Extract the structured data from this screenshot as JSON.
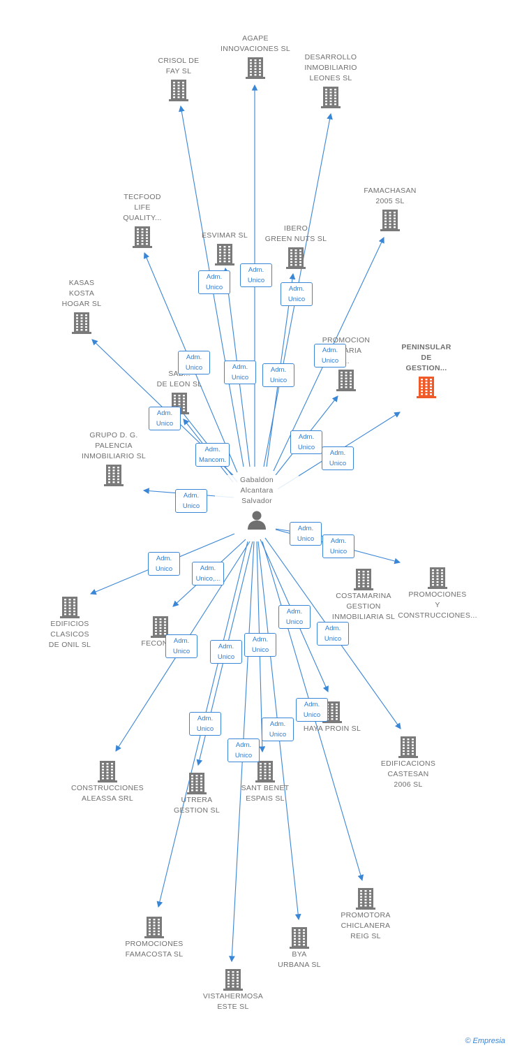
{
  "center": {
    "name_lines": [
      "Gabaldon",
      "Alcantara",
      "Salvador"
    ]
  },
  "companies": [
    {
      "id": "agape",
      "lines": [
        "AGAPE",
        "INNOVACIONES SL"
      ]
    },
    {
      "id": "crisol",
      "lines": [
        "CRISOL DE",
        "FAY SL"
      ]
    },
    {
      "id": "desarrollo",
      "lines": [
        "DESARROLLO",
        "INMOBILIARIO",
        "LEONES SL"
      ]
    },
    {
      "id": "famachasan",
      "lines": [
        "FAMACHASAN",
        "2005 SL"
      ]
    },
    {
      "id": "tecfood",
      "lines": [
        "TECFOOD",
        "LIFE",
        "QUALITY..."
      ]
    },
    {
      "id": "esvimar",
      "lines": [
        "ESVIMAR SL"
      ]
    },
    {
      "id": "ibero",
      "lines": [
        "IBERO",
        "GREEN NUTS SL"
      ]
    },
    {
      "id": "kasas",
      "lines": [
        "KASAS",
        "KOSTA",
        "HOGAR SL"
      ]
    },
    {
      "id": "promocion",
      "lines": [
        "PROMOCION",
        "...LIARIA",
        "..."
      ]
    },
    {
      "id": "peninsular",
      "lines": [
        "PENINSULAR",
        "DE",
        "GESTION..."
      ],
      "highlight": true
    },
    {
      "id": "sab",
      "lines": [
        "SAB...",
        "DE LEON SL"
      ]
    },
    {
      "id": "grupo",
      "lines": [
        "GRUPO D. G.",
        "PALENCIA",
        "INMOBILIARIO SL"
      ]
    },
    {
      "id": "costamarina",
      "lines": [
        "COSTAMARINA",
        "GESTION",
        "INMOBILIARIA SL"
      ]
    },
    {
      "id": "promyconst",
      "lines": [
        "PROMOCIONES",
        "Y",
        "CONSTRUCCIONES..."
      ]
    },
    {
      "id": "edificios",
      "lines": [
        "EDIFICIOS",
        "CLASICOS",
        "DE ONIL SL"
      ]
    },
    {
      "id": "fecons",
      "lines": [
        "FECONS..."
      ]
    },
    {
      "id": "haya",
      "lines": [
        "HAYA PROIN SL"
      ]
    },
    {
      "id": "edificacions",
      "lines": [
        "EDIFICACIONS",
        "CASTESAN",
        "2006 SL"
      ]
    },
    {
      "id": "aleassa",
      "lines": [
        "CONSTRUCCIONES",
        "ALEASSA SRL"
      ]
    },
    {
      "id": "utrera",
      "lines": [
        "UTRERA",
        "GESTION SL"
      ]
    },
    {
      "id": "santbenet",
      "lines": [
        "SANT BENET",
        "ESPAIS SL"
      ]
    },
    {
      "id": "chiclanera",
      "lines": [
        "PROMOTORA",
        "CHICLANERA",
        "REIG SL"
      ]
    },
    {
      "id": "famacosta",
      "lines": [
        "PROMOCIONES",
        "FAMACOSTA SL"
      ]
    },
    {
      "id": "bya",
      "lines": [
        "BYA",
        "URBANA SL"
      ]
    },
    {
      "id": "vistahermosa",
      "lines": [
        "VISTAHERMOSA",
        "ESTE SL"
      ]
    }
  ],
  "roles": [
    {
      "lines": [
        "Adm.",
        "Unico"
      ]
    },
    {
      "lines": [
        "Adm.",
        "Unico"
      ]
    },
    {
      "lines": [
        "Adm.",
        "Unico"
      ]
    },
    {
      "lines": [
        "Adm.",
        "Unico"
      ]
    },
    {
      "lines": [
        "Adm.",
        "Unico"
      ]
    },
    {
      "lines": [
        "Adm.",
        "Unico"
      ]
    },
    {
      "lines": [
        "Adm.",
        "Unico"
      ]
    },
    {
      "lines": [
        "Adm.",
        "Unico"
      ]
    },
    {
      "lines": [
        "Adm.",
        "Mancom."
      ]
    },
    {
      "lines": [
        "Adm.",
        "Unico"
      ]
    },
    {
      "lines": [
        "Adm.",
        "Unico"
      ]
    },
    {
      "lines": [
        "Adm.",
        "Unico"
      ]
    },
    {
      "lines": [
        "Adm.",
        "Unico"
      ]
    },
    {
      "lines": [
        "Adm.",
        "Unico"
      ]
    },
    {
      "lines": [
        "Adm.",
        "Unico"
      ]
    },
    {
      "lines": [
        "Adm.",
        "Unico,..."
      ]
    },
    {
      "lines": [
        "Adm.",
        "Unico"
      ]
    },
    {
      "lines": [
        "Adm.",
        "Unico"
      ]
    },
    {
      "lines": [
        "Adm.",
        "Unico"
      ]
    },
    {
      "lines": [
        "Adm.",
        "Unico"
      ]
    },
    {
      "lines": [
        "Adm.",
        "Unico"
      ]
    },
    {
      "lines": [
        "Adm.",
        "Unico"
      ]
    },
    {
      "lines": [
        "Adm.",
        "Unico"
      ]
    },
    {
      "lines": [
        "Adm.",
        "Unico"
      ]
    },
    {
      "lines": [
        "Adm.",
        "Unico"
      ]
    }
  ],
  "footer": {
    "copyright": "©",
    "brand": "Empresia"
  },
  "colors": {
    "edge": "#3a86d6",
    "building": "#7a7a7a",
    "highlight": "#f05a28",
    "person": "#6f6f6f"
  }
}
